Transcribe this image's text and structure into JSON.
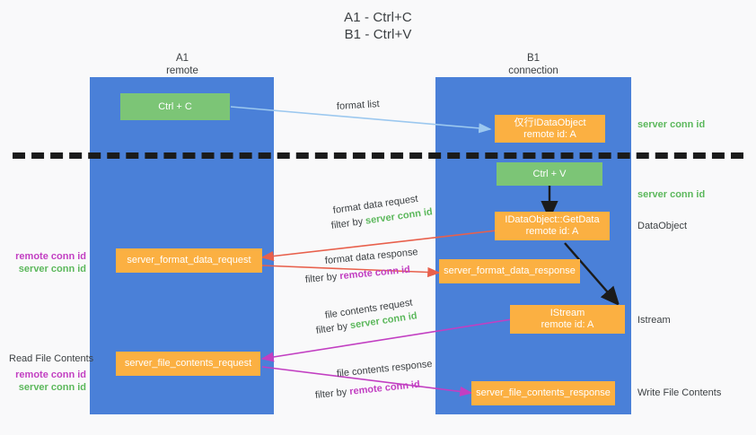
{
  "title": {
    "line1": "A1 - Ctrl+C",
    "line2": "B1 - Ctrl+V"
  },
  "columns": [
    {
      "name": "A1",
      "sub": "remote"
    },
    {
      "name": "B1",
      "sub": "connection"
    }
  ],
  "nodes": {
    "ctrl_c": {
      "line1": "Ctrl + C",
      "line2": ""
    },
    "data_object_copy": {
      "line1": "仅行IDataObject",
      "line2": "remote id: A"
    },
    "ctrl_v": {
      "line1": "Ctrl + V",
      "line2": ""
    },
    "get_data": {
      "line1": "IDataObject::GetData",
      "line2": "remote id: A"
    },
    "format_data_request": {
      "line1": "server_format_data_request",
      "line2": ""
    },
    "format_data_response": {
      "line1": "server_format_data_response",
      "line2": ""
    },
    "istream": {
      "line1": "IStream",
      "line2": "remote id: A"
    },
    "file_contents_request": {
      "line1": "server_file_contents_request",
      "line2": ""
    },
    "file_contents_response": {
      "line1": "server_file_contents_response",
      "line2": ""
    }
  },
  "edge_labels": {
    "format_list": "format list",
    "format_data_request": "format data request",
    "format_data_request_filter_prefix": "filter by ",
    "format_data_request_filter_key": "server conn id",
    "format_data_response": "format data response",
    "format_data_response_filter_prefix": "filter by ",
    "format_data_response_filter_key": "remote conn id",
    "file_contents_request": "file contents request",
    "file_contents_request_filter_prefix": "filter by ",
    "file_contents_request_filter_key": "server conn id",
    "file_contents_response": "file contents response",
    "file_contents_response_filter_prefix": "filter by ",
    "file_contents_response_filter_key": "remote conn id"
  },
  "right_labels": {
    "server_conn_id_top": "server conn id",
    "server_conn_id_mid": "server conn id",
    "data_object": "DataObject",
    "istream": "Istream",
    "write_file_contents": "Write File Contents"
  },
  "left_labels": {
    "read_file_contents": "Read File Contents",
    "stack_upper_remote": "remote conn id",
    "stack_upper_server": "server conn id",
    "stack_lower_remote": "remote conn id",
    "stack_lower_server": "server conn id"
  },
  "colors": {
    "lane": "#4a80d8",
    "green_box": "#7cc576",
    "orange_box": "#fbb042",
    "green_text": "#5cb85c",
    "magenta_text": "#c23fc2",
    "arrow_blue": "#9cc8ef",
    "arrow_red": "#e8604c",
    "arrow_magenta": "#c23fc2",
    "arrow_black": "#1b1b1b",
    "background": "#f9f9fa"
  }
}
